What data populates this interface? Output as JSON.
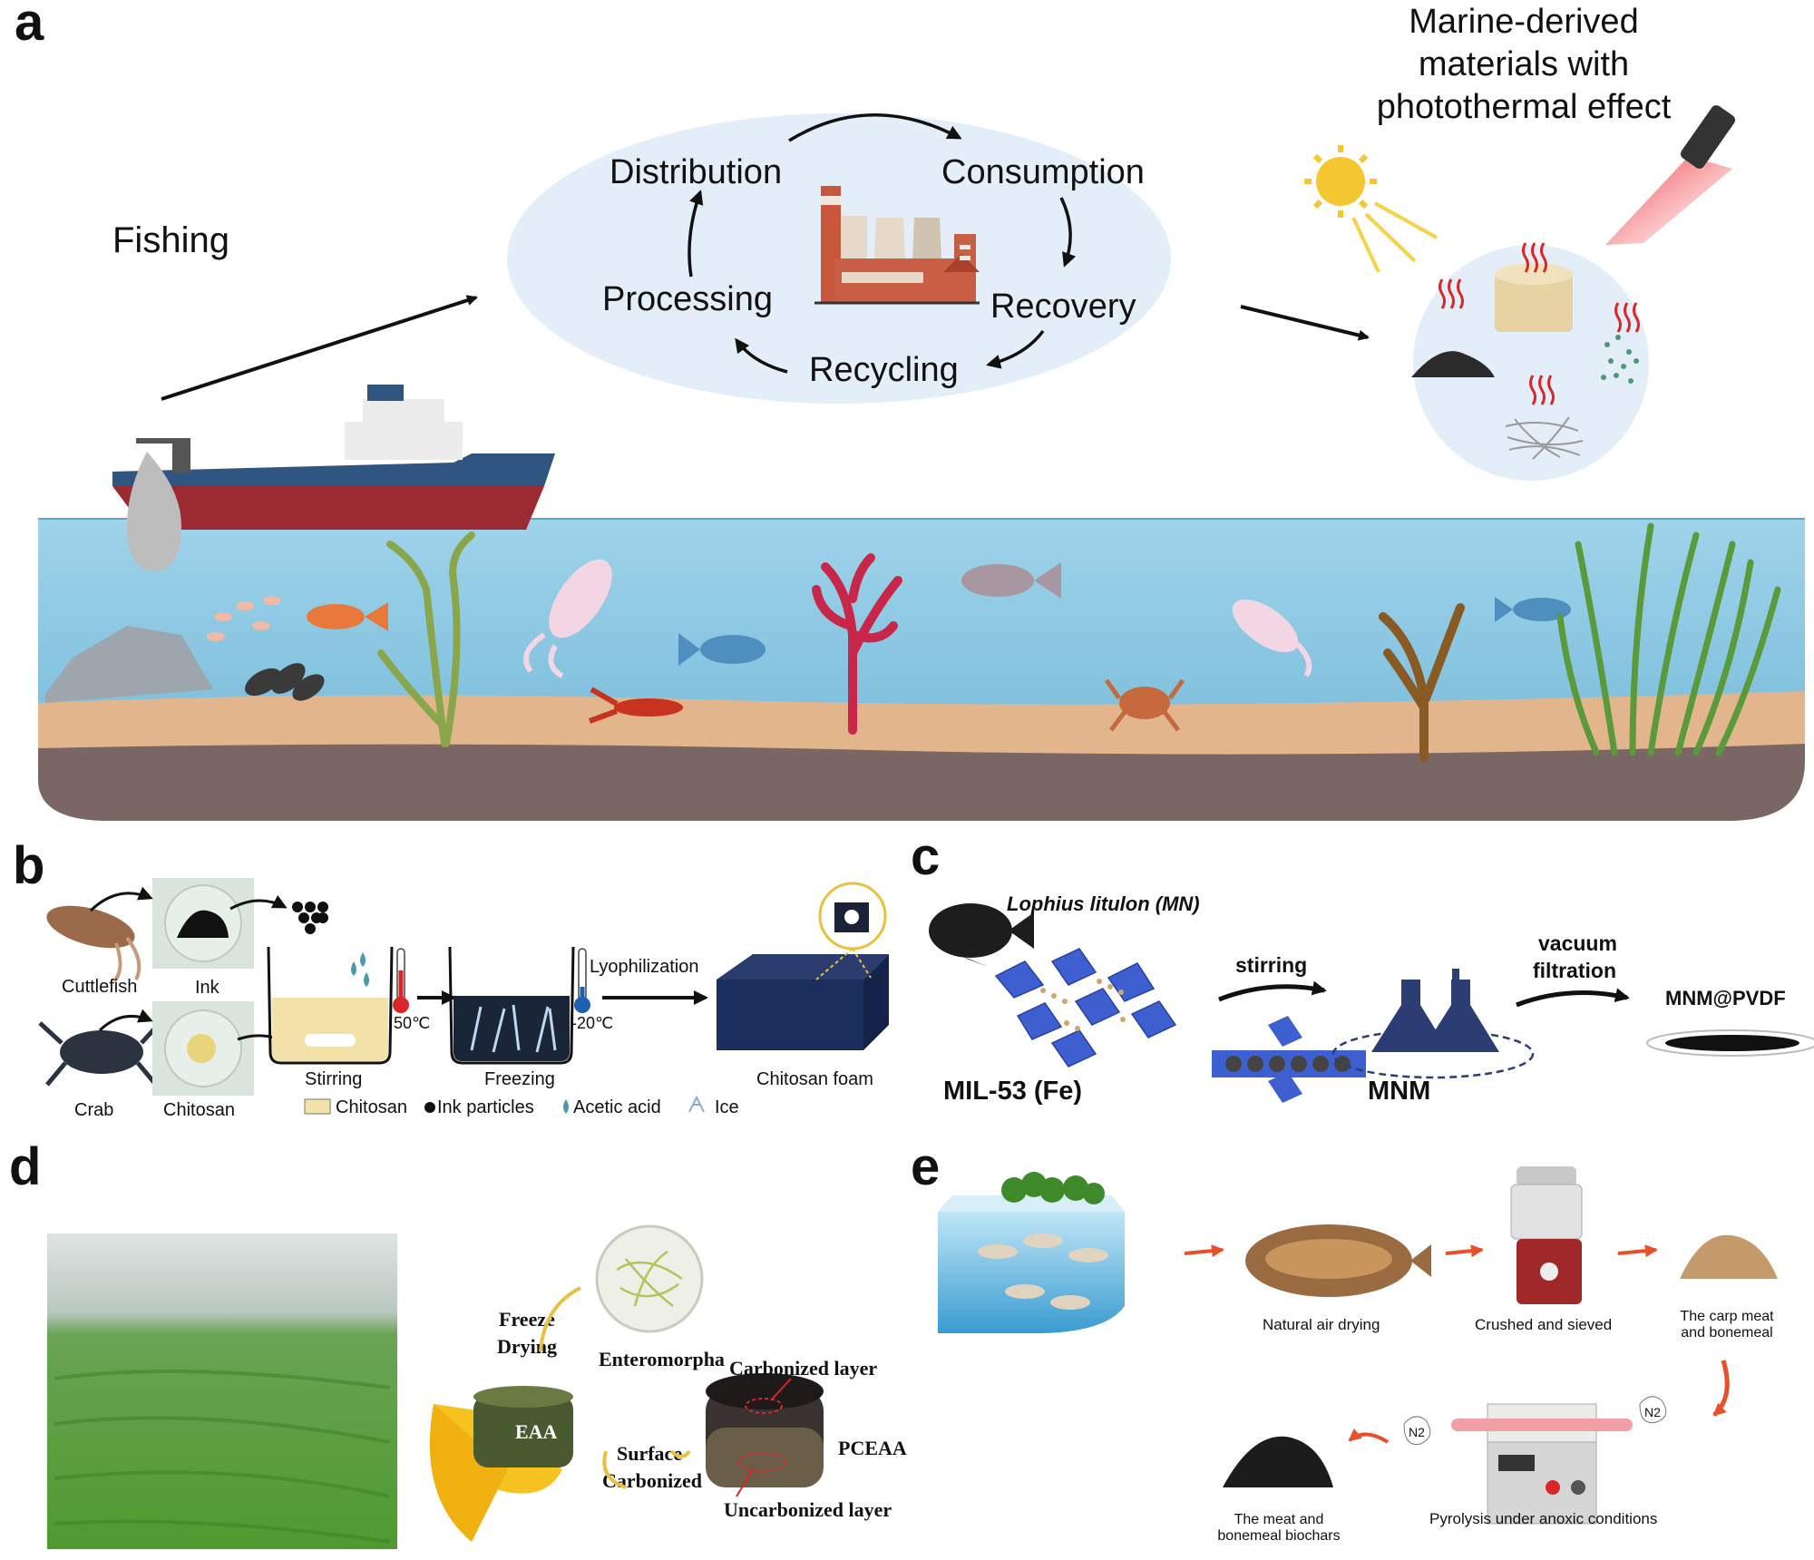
{
  "panels": {
    "a": {
      "letter": "a",
      "fishing": "Fishing",
      "cycle": {
        "distribution": "Distribution",
        "consumption": "Consumption",
        "processing": "Processing",
        "recovery": "Recovery",
        "recycling": "Recycling"
      },
      "materials_title": [
        "Marine-derived",
        "materials with",
        "photothermal effect"
      ]
    },
    "b": {
      "letter": "b",
      "cuttlefish": "Cuttlefish",
      "ink": "Ink",
      "crab": "Crab",
      "chitosan": "Chitosan",
      "stirring": "Stirring",
      "temp_stirring": "50℃",
      "freezing": "Freezing",
      "temp_freezing": "-20℃",
      "lyophilization": "Lyophilization",
      "chitosan_foam": "Chitosan foam",
      "legend": [
        "Chitosan",
        "Ink particles",
        "Acetic acid",
        "Ice"
      ]
    },
    "c": {
      "letter": "c",
      "species": "Lophius litulon (MN)",
      "mil": "MIL-53 (Fe)",
      "stirring": "stirring",
      "mnm": "MNM",
      "vacuum": [
        "vacuum",
        "filtration"
      ],
      "product": "MNM@PVDF"
    },
    "d": {
      "letter": "d",
      "freeze": [
        "Freeze",
        "Drying"
      ],
      "enteromorpha": "Enteromorpha",
      "eaa": "EAA",
      "surface": [
        "Surface",
        "Carbonized"
      ],
      "carbonized_layer": "Carbonized layer",
      "pceaa": "PCEAA",
      "uncarbonized_layer": "Uncarbonized layer"
    },
    "e": {
      "letter": "e",
      "air_drying": "Natural air drying",
      "crushed": "Crushed and sieved",
      "carp": [
        "The carp meat",
        "and bonemeal"
      ],
      "biochar": [
        "The meat and",
        "bonemeal biochars"
      ],
      "pyrolysis": "Pyrolysis under anoxic conditions",
      "n2": "N2"
    }
  },
  "colors": {
    "sea": "#8cc9e2",
    "sand": "#e3b58c",
    "seabed": "#7a6664",
    "cycle_bg": "#e3eef8",
    "materials_bg": "#e3eef8",
    "heat": "#d8262b",
    "mof_blue": "#3d5fd0",
    "algae_green": "#78b040",
    "arrow_orange": "#e8502c"
  }
}
